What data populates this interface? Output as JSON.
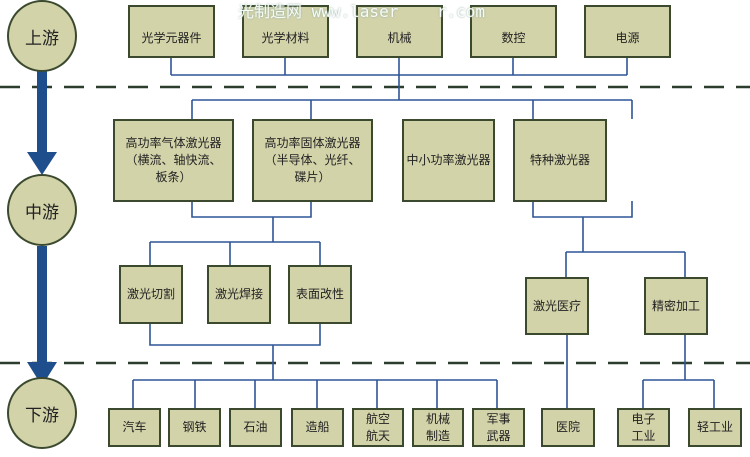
{
  "stages": {
    "upstream": "上游",
    "midstream": "中游",
    "downstream": "下游"
  },
  "upstream_items": [
    "光学元器件",
    "光学材料",
    "机械",
    "数控",
    "电源"
  ],
  "lasers": [
    "高功率气体激光器（横流、轴快流、板条）",
    "高功率固体激光器（半导体、光纤、碟片）",
    "中小功率激光器",
    "特种激光器"
  ],
  "applications_high": [
    "激光切割",
    "激光焊接",
    "表面改性"
  ],
  "applications_low": [
    "激光医疗",
    "精密加工"
  ],
  "downstream_high": [
    "汽车",
    "钢铁",
    "石油",
    "造船",
    "航空航天",
    "机械制造",
    "军事武器"
  ],
  "downstream_medical": [
    "医院"
  ],
  "downstream_precision": [
    "电子工业",
    "轻工业"
  ],
  "watermark": "光制造网 www.laser    r.com",
  "colors": {
    "box": "#d3d3aa",
    "border": "#3b4a2e",
    "line": "#2f5597",
    "arrow": "#1f4e8c"
  }
}
